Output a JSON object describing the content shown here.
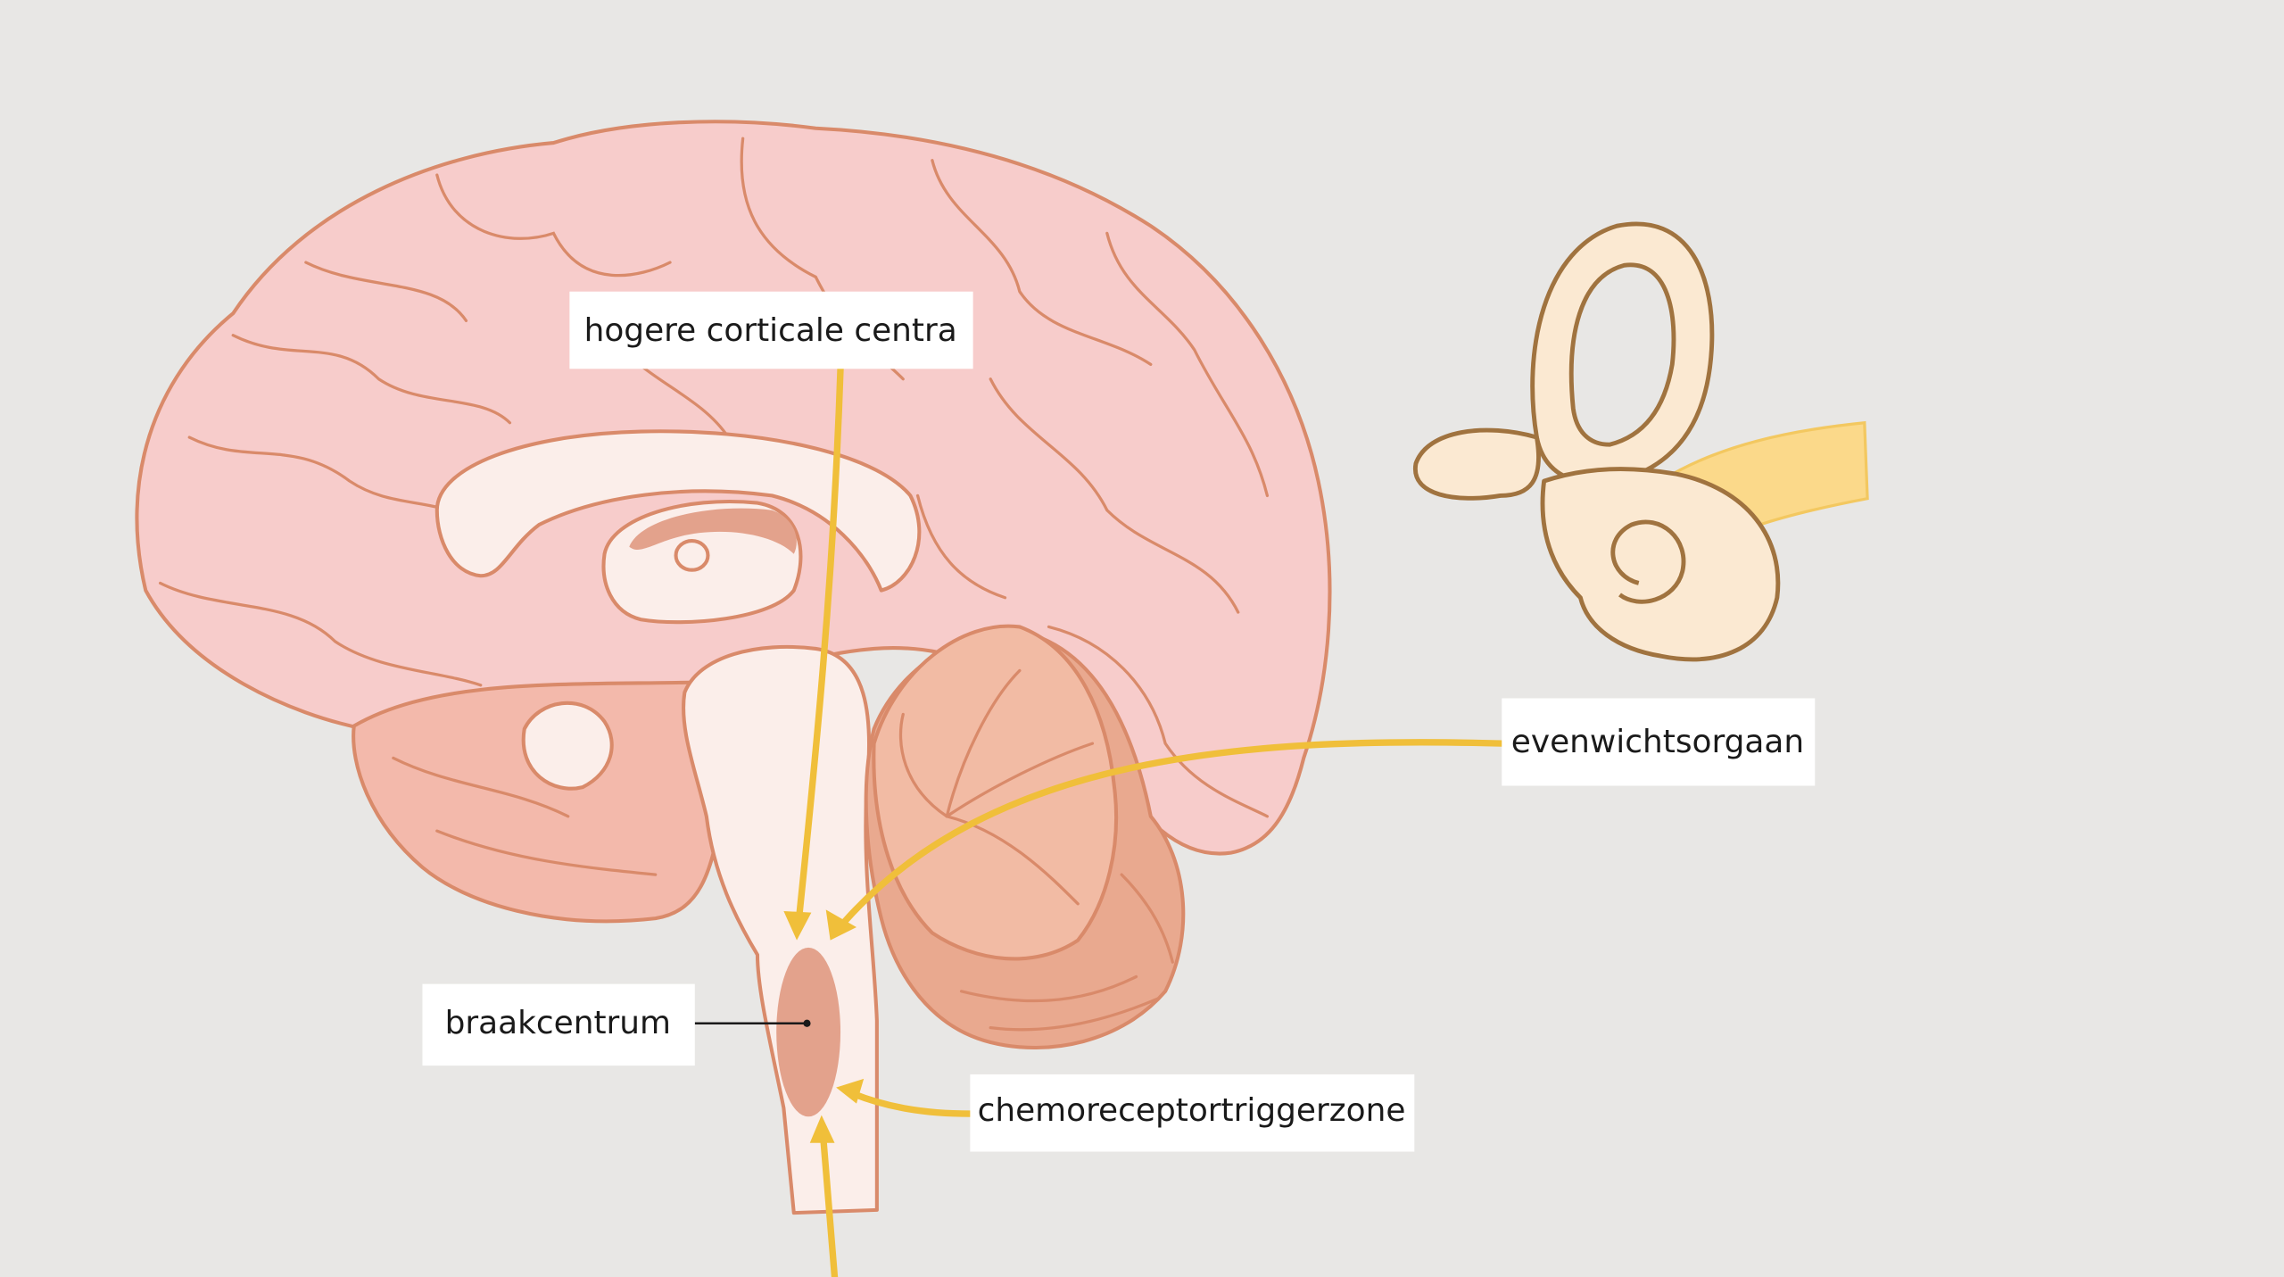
{
  "labels": {
    "higher_cortical_centers": "hogere corticale centra",
    "vestibular_organ": "evenwichtsorgaan",
    "vomiting_center": "braakcentrum",
    "chemoreceptor_trigger_zone": "chemoreceptortriggerzone"
  },
  "colors": {
    "background": "#e8e7e5",
    "cerebrum": "#f7cccb",
    "temporal": "#f3b9ab",
    "brainstem": "#fbeeea",
    "cerebellum": "#e9a98f",
    "vomiting_center": "#e3a28c",
    "arrow": "#f0bf3a",
    "ear": "#fbe9d2"
  }
}
